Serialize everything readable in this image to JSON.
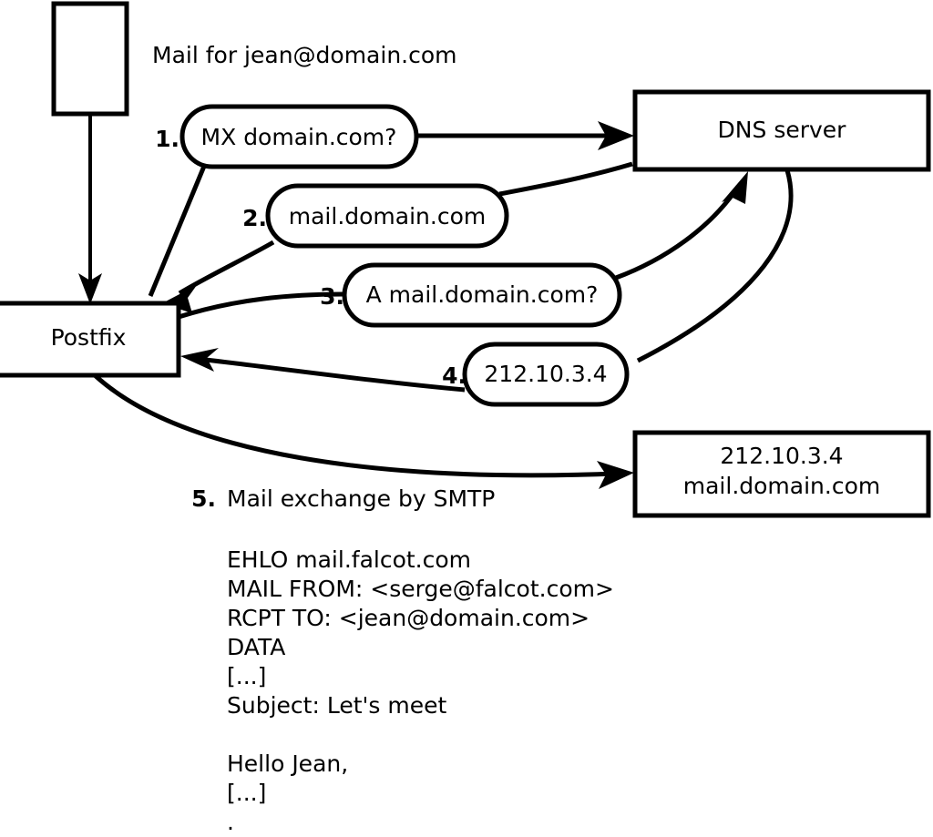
{
  "diagram": {
    "title_note": "Mail for jean@domain.com",
    "nodes": [
      {
        "id": "mua",
        "label": "",
        "kind": "rect"
      },
      {
        "id": "postfix",
        "label": "Postfix",
        "kind": "rect"
      },
      {
        "id": "dns-server",
        "label": "DNS server",
        "kind": "rect"
      },
      {
        "id": "target-server",
        "label_line1": "212.10.3.4",
        "label_line2": "mail.domain.com",
        "kind": "rect"
      }
    ],
    "messages": [
      {
        "num": "1.",
        "label": "MX domain.com?"
      },
      {
        "num": "2.",
        "label": "mail.domain.com"
      },
      {
        "num": "3.",
        "label": "A mail.domain.com?"
      },
      {
        "num": "4.",
        "label": "212.10.3.4"
      }
    ],
    "step5": {
      "num": "5.",
      "label": "Mail exchange by SMTP"
    },
    "transcript": [
      "EHLO mail.falcot.com",
      "MAIL FROM: <serge@falcot.com>",
      "RCPT TO: <jean@domain.com>",
      "DATA",
      "[...]",
      "Subject: Let's meet",
      "",
      "Hello Jean,",
      "[...]",
      "."
    ],
    "colors": {
      "stroke": "#000000",
      "fill": "#ffffff",
      "background": "#ffffff"
    }
  }
}
